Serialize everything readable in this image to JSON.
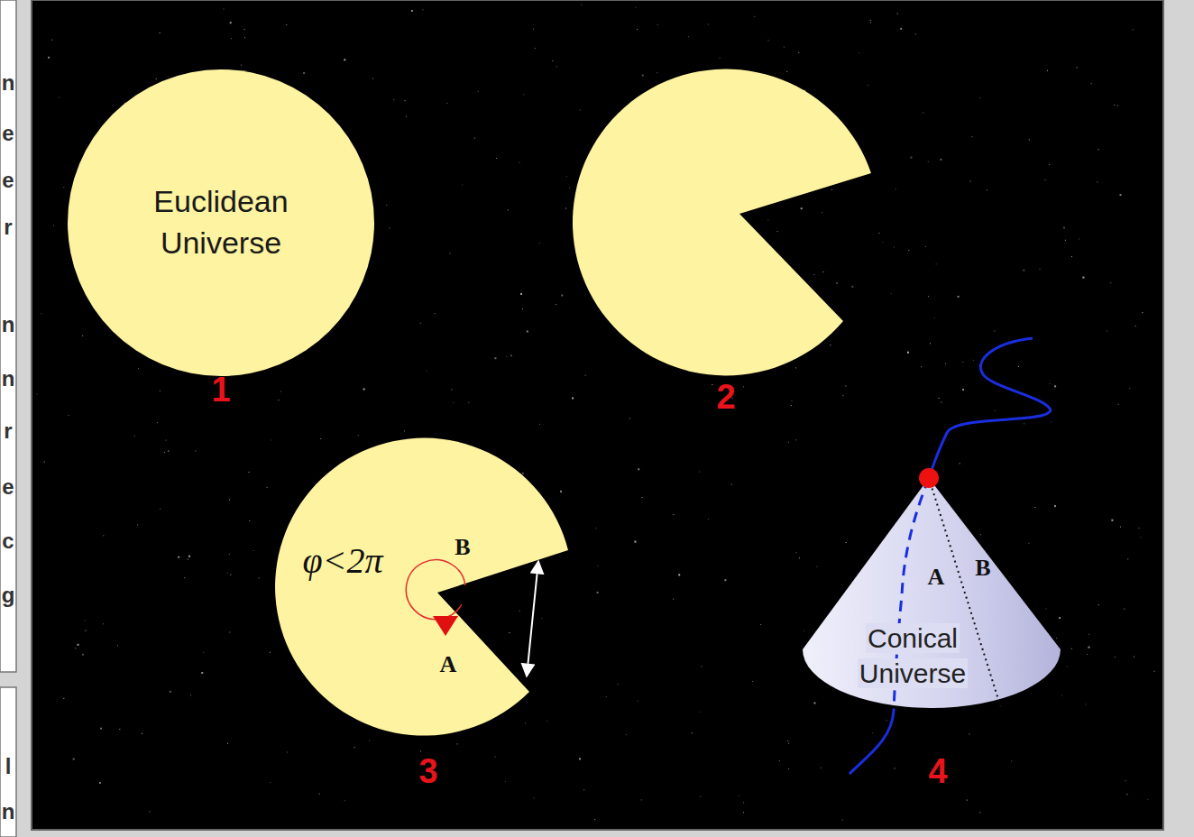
{
  "diagram": {
    "nodes": [
      {
        "text": [
          "Euclidean Universe"
        ]
      },
      {
        "text": [
          "Conical Universe"
        ]
      }
    ],
    "labels": [
      "n",
      "e",
      "e",
      "r",
      "n",
      "n",
      "r",
      "e",
      "c",
      "g",
      "l",
      "n",
      "1",
      "2",
      "φ<2π",
      "B",
      "A",
      "3",
      "A",
      "B",
      "4"
    ]
  }
}
